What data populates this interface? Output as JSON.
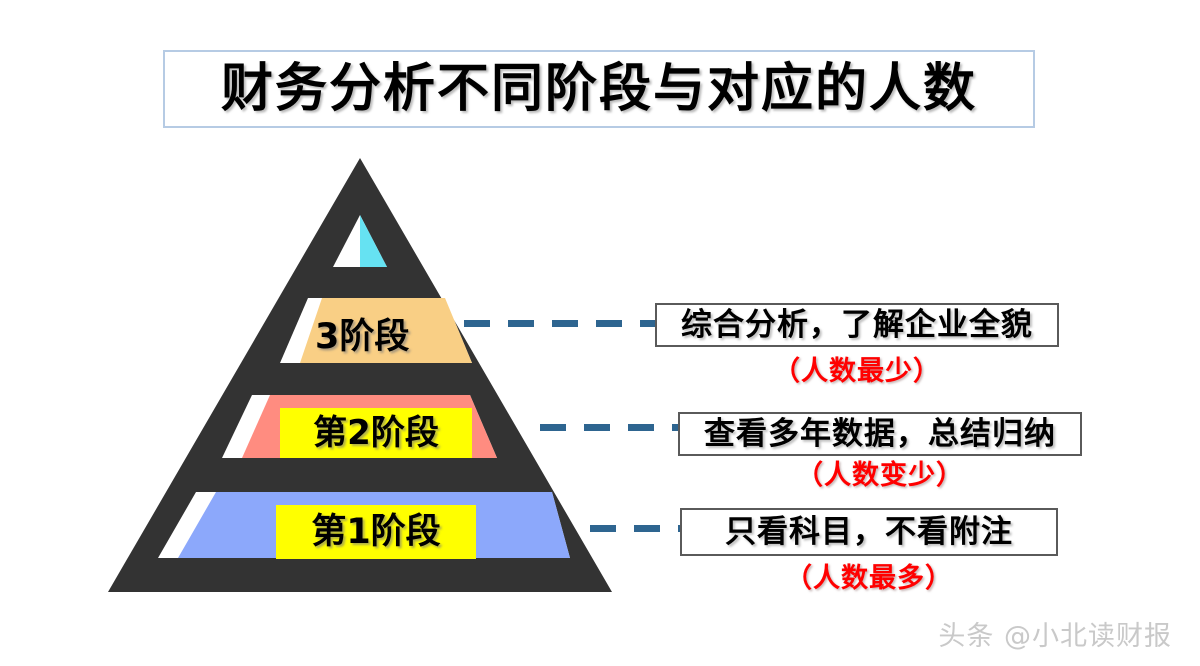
{
  "title": {
    "text": "财务分析不同阶段与对应的人数",
    "border_color": "#b6cbe4"
  },
  "pyramid": {
    "outline_color": "#333333",
    "tiers": [
      {
        "id": "apex",
        "label": "",
        "fill_color": "#66e2f2",
        "sliver_color": "#ffffff",
        "has_label_box": false
      },
      {
        "id": "tier-3",
        "label": "3阶段",
        "fill_color": "#f9cf85",
        "sliver_color": "#ffffff",
        "has_label_box": false
      },
      {
        "id": "tier-2",
        "label": "第2阶段",
        "fill_color": "#ff8c80",
        "sliver_color": "#ffffff",
        "label_box_color": "#ffff00",
        "has_label_box": true
      },
      {
        "id": "tier-1",
        "label": "第1阶段",
        "fill_color": "#8ca8fb",
        "sliver_color": "#ffffff",
        "label_box_color": "#ffff00",
        "has_label_box": true
      }
    ]
  },
  "connectors": {
    "color": "#2e6590",
    "style": "dashed"
  },
  "annotations": [
    {
      "id": "annotation-3",
      "text": "综合分析，了解企业全貌",
      "note": "（人数最少）",
      "note_color": "#ff0000",
      "border_color": "#5a5a5a"
    },
    {
      "id": "annotation-2",
      "text": "查看多年数据，总结归纳",
      "note": "（人数变少）",
      "note_color": "#ff0000",
      "border_color": "#5a5a5a"
    },
    {
      "id": "annotation-1",
      "text": "只看科目，不看附注",
      "note": "（人数最多）",
      "note_color": "#ff0000",
      "border_color": "#5a5a5a"
    }
  ],
  "watermark": {
    "text": "头条 @小北读财报",
    "color": "#c9c9c9"
  }
}
